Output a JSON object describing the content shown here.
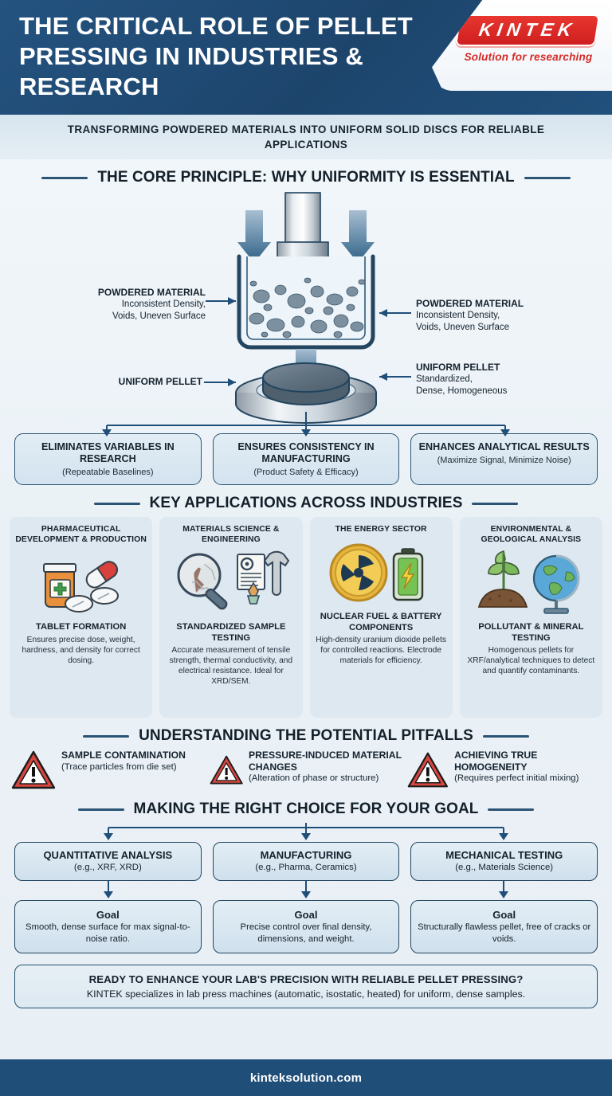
{
  "header": {
    "title": "THE CRITICAL ROLE OF PELLET PRESSING IN INDUSTRIES & RESEARCH",
    "logo_word": "KINTEK",
    "logo_tagline": "Solution for researching",
    "brand_blue": "#1f4e79",
    "brand_red": "#d42a26"
  },
  "subtitle": "TRANSFORMING POWDERED MATERIALS INTO UNIFORM SOLID DISCS FOR RELIABLE APPLICATIONS",
  "sections": {
    "core_principle": "THE CORE PRINCIPLE: WHY UNIFORMITY IS ESSENTIAL",
    "applications": "KEY APPLICATIONS ACROSS INDUSTRIES",
    "pitfalls": "UNDERSTANDING THE POTENTIAL PITFALLS",
    "choice": "MAKING THE RIGHT CHOICE FOR YOUR GOAL"
  },
  "diagram": {
    "powder_left": {
      "title": "POWDERED MATERIAL",
      "detail": "Inconsistent Density,\nVoids, Uneven Surface"
    },
    "powder_right": {
      "title": "POWDERED MATERIAL",
      "detail": "Inconsistent Density,\nVoids, Uneven Surface"
    },
    "pellet_left": {
      "title": "UNIFORM PELLET"
    },
    "pellet_right": {
      "title": "UNIFORM PELLET",
      "detail": "Standardized,\nDense, Homogeneous"
    }
  },
  "benefits": [
    {
      "title": "ELIMINATES VARIABLES IN RESEARCH",
      "sub": "(Repeatable Baselines)"
    },
    {
      "title": "ENSURES CONSISTENCY IN MANUFACTURING",
      "sub": "(Product Safety & Efficacy)"
    },
    {
      "title": "ENHANCES ANALYTICAL RESULTS",
      "sub": "(Maximize Signal, Minimize Noise)"
    }
  ],
  "applications": [
    {
      "category": "PHARMACEUTICAL DEVELOPMENT & PRODUCTION",
      "icon": "pill-bottle-icon",
      "subtitle": "TABLET FORMATION",
      "body": "Ensures precise dose, weight, hardness, and density for correct dosing."
    },
    {
      "category": "MATERIALS SCIENCE & ENGINEERING",
      "icon": "magnifier-wrench-icon",
      "subtitle": "STANDARDIZED SAMPLE TESTING",
      "body": "Accurate measurement of tensile strength, thermal conductivity, and electrical resistance. Ideal for XRD/SEM."
    },
    {
      "category": "THE ENERGY SECTOR",
      "icon": "radiation-battery-icon",
      "subtitle": "NUCLEAR FUEL & BATTERY COMPONENTS",
      "body": "High-density uranium dioxide pellets for controlled reactions. Electrode materials for efficiency."
    },
    {
      "category": "ENVIRONMENTAL & GEOLOGICAL ANALYSIS",
      "icon": "plant-globe-icon",
      "subtitle": "POLLUTANT & MINERAL TESTING",
      "body": "Homogenous pellets for XRF/analytical techniques to detect and quantify contaminants."
    }
  ],
  "pitfalls": [
    {
      "icon": "warning-triangle-icon",
      "title": "SAMPLE CONTAMINATION",
      "detail": "(Trace particles from die set)"
    },
    {
      "icon": "warning-triangle-icon",
      "title": "PRESSURE-INDUCED MATERIAL CHANGES",
      "detail": "(Alteration of phase or structure)"
    },
    {
      "icon": "warning-triangle-icon",
      "title": "ACHIEVING TRUE HOMOGENEITY",
      "detail": "(Requires perfect initial mixing)"
    }
  ],
  "choices": [
    {
      "title": "QUANTITATIVE ANALYSIS",
      "sub": "(e.g., XRF, XRD)",
      "goal_label": "Goal",
      "goal_text": "Smooth, dense surface for max signal-to-noise ratio."
    },
    {
      "title": "MANUFACTURING",
      "sub": "(e.g., Pharma, Ceramics)",
      "goal_label": "Goal",
      "goal_text": "Precise control over final density, dimensions, and weight."
    },
    {
      "title": "MECHANICAL TESTING",
      "sub": "(e.g., Materials Science)",
      "goal_label": "Goal",
      "goal_text": "Structurally flawless pellet, free of cracks or voids."
    }
  ],
  "cta": {
    "headline": "READY TO ENHANCE YOUR LAB'S PRECISION WITH RELIABLE PELLET PRESSING?",
    "body": "KINTEK specializes in lab press machines (automatic, isostatic, heated) for uniform, dense samples."
  },
  "footer": {
    "url": "kinteksolution.com"
  }
}
